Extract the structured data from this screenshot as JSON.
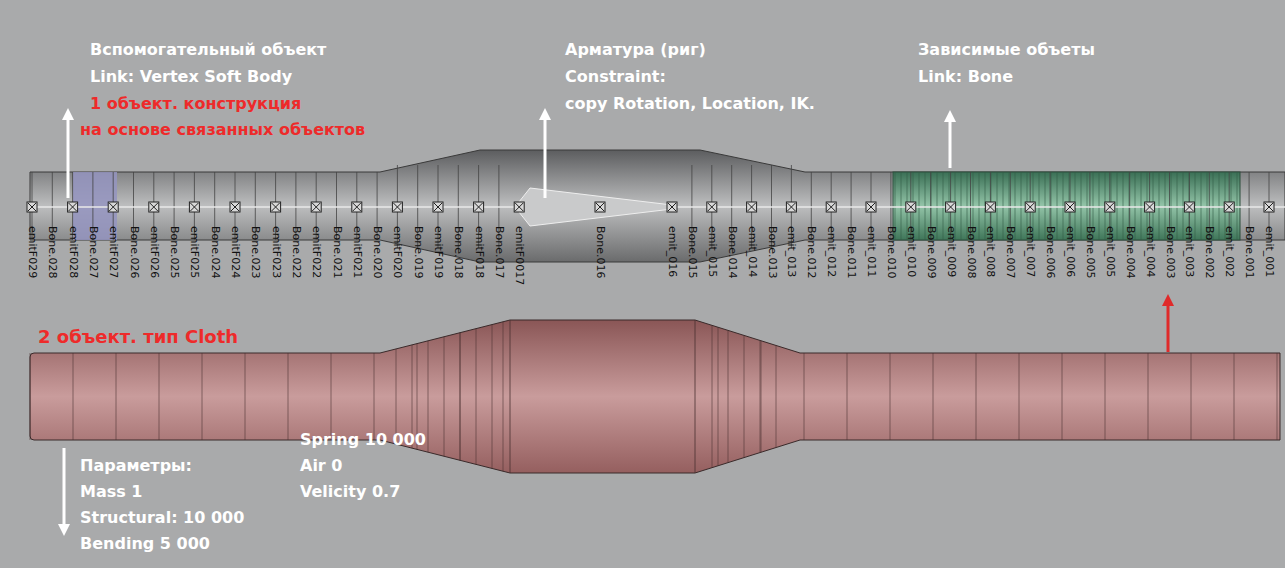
{
  "diagram": {
    "labels": [
      "Вспомогательный объект",
      "Link: Vertex Soft Body",
      "1 объект. конструкция",
      "на основе связанных объектов",
      "Арматура (риг)",
      "Constraint:",
      "copy Rotation, Location, IK.",
      "Зависимые объеты",
      "Link: Bone",
      "emitF029",
      "Bone.028",
      "emitF028",
      "Bone.027",
      "emitF027",
      "Bone.026",
      "emitF026",
      "Bone.025",
      "emitF025",
      "Bone.024",
      "emitF024",
      "Bone.023",
      "emitF023",
      "Bone.022",
      "emitF022",
      "Bone.021",
      "emitF021",
      "Bone.020",
      "emitF020",
      "Bone.019",
      "emitF019",
      "Bone.018",
      "emitF018",
      "Bone.017",
      "emitF0017",
      "Bone.016",
      "emit_016",
      "Bone.015",
      "emit_015",
      "Bone.014",
      "emit_014",
      "Bone.013",
      "emit_013",
      "Bone.012",
      "emit_012",
      "Bone.011",
      "emit_011",
      "Bone.010",
      "emit_010",
      "Bone.009",
      "emit_009",
      "Bone.008",
      "emit_008",
      "Bone.007",
      "emit_007",
      "Bone.006",
      "emit_006",
      "Bone.005",
      "emit_005",
      "Bone.004",
      "emit_004",
      "Bone.003",
      "emit_003",
      "Bone.002",
      "emit_002",
      "Bone.001",
      "emit_001",
      "2 объект. тип Cloth",
      "Параметры:",
      "Mass 1",
      "Structural: 10 000",
      "Bending 5 000",
      "Spring 10 000",
      "Air 0",
      "Velicity 0.7"
    ]
  }
}
